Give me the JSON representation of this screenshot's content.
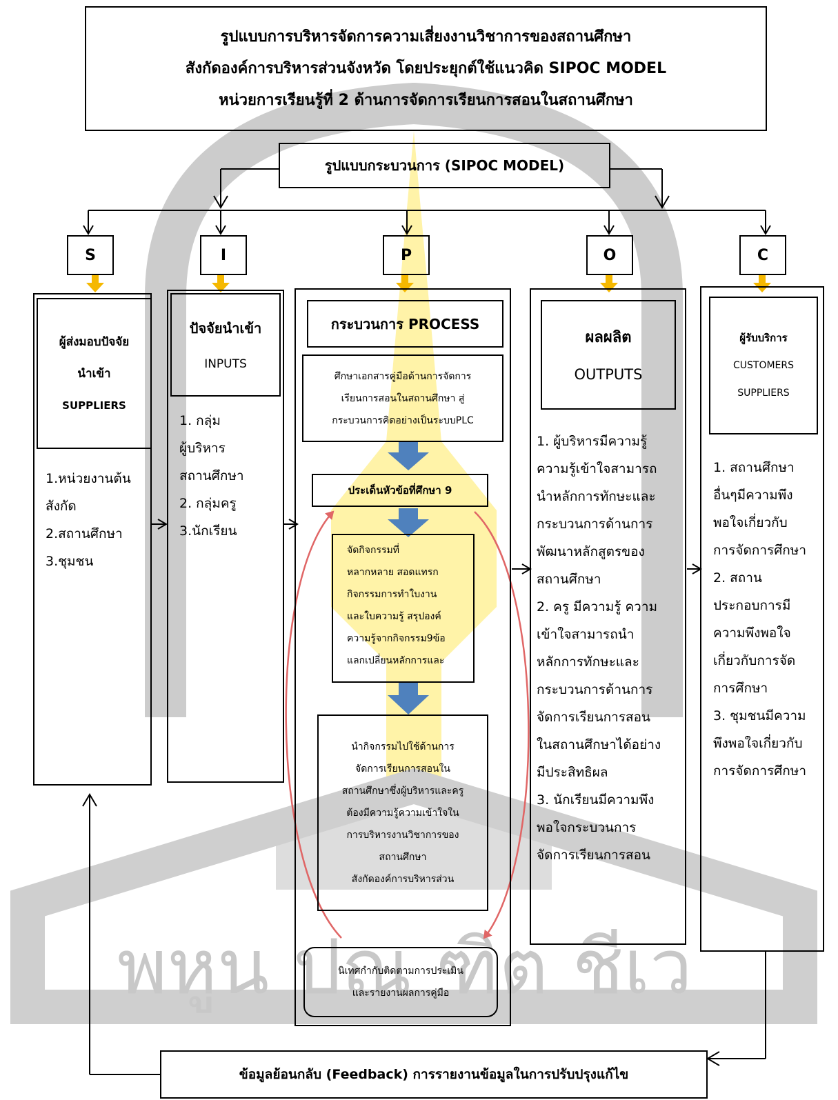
{
  "header": {
    "line1": "รูปแบบการบริหารจัดการความเสี่ยงงานวิชาการของสถานศึกษา",
    "line2": "สังกัดองค์การบริหารส่วนจังหวัด โดยประยุกต์ใช้แนวคิด SIPOC MODEL",
    "line3": "หน่วยการเรียนรู้ที่ 2 ด้านการจัดการเรียนการสอนในสถานศึกษา"
  },
  "model_title": "รูปแบบกระบวนการ (SIPOC MODEL)",
  "letters": {
    "s": "S",
    "i": "I",
    "p": "P",
    "o": "O",
    "c": "C"
  },
  "suppliers": {
    "title_1": "ผู้ส่งมอบปัจจัย",
    "title_2": "นำเข้า",
    "title_en": "SUPPLIERS",
    "items": [
      "1.หน่วยงานต้น",
      "สังกัด",
      "2.สถานศึกษา",
      "3.ชุมชน"
    ]
  },
  "inputs": {
    "title": "ปัจจัยนำเข้า",
    "title_en": "INPUTS",
    "items": [
      "1. กลุ่ม",
      "ผู้บริหาร",
      "สถานศึกษา",
      "2. กลุ่มครู",
      "3.นักเรียน"
    ]
  },
  "process": {
    "title": "กระบวนการ PROCESS",
    "step1": [
      "ศึกษาเอกสารคู่มือด้านการจัดการ",
      "เรียนการสอนในสถานศึกษา สู่",
      "กระบวนการคิดอย่างเป็นระบบPLC"
    ],
    "step2": "ประเด็นหัวข้อที่ศึกษา 9",
    "step3": [
      "จัดกิจกรรมที่",
      "หลากหลาย สอดแทรก",
      "กิจกรรมการทำใบงาน",
      "และใบความรู้ สรุปองค์",
      "ความรู้จากกิจกรรม9ข้อ",
      "แลกเปลี่ยนหลักการและ"
    ],
    "step4": [
      "นำกิจกรรมไปใช้ด้านการ",
      "จัดการเรียนการสอนใน",
      "สถานศึกษาซึ่งผู้บริหารและครู",
      "ต้องมีความรู้ความเข้าใจใน",
      "การบริหารงานวิชาการของ",
      "สถานศึกษา",
      "สังกัดองค์การบริหารส่วน"
    ],
    "step5": [
      "นิเทศกำกับติดตามการประเมิน",
      "และรายงานผลการคู่มือ"
    ]
  },
  "outputs": {
    "title": "ผลผลิต",
    "title_en": "OUTPUTS",
    "items": [
      "1. ผู้บริหารมีความรู้",
      "ความรู้เข้าใจสามารถ",
      "นำหลักการทักษะและ",
      "กระบวนการด้านการ",
      "พัฒนาหลักสูตรของ",
      "สถานศึกษา",
      "2. ครู มีความรู้ ความ",
      "เข้าใจสามารถนำ",
      "หลักการทักษะและ",
      "กระบวนการด้านการ",
      "จัดการเรียนการสอน",
      "ในสถานศึกษาได้อย่าง",
      "มีประสิทธิผล",
      "3. นักเรียนมีความพึง",
      "พอใจกระบวนการ",
      "จัดการเรียนการสอน"
    ]
  },
  "customers": {
    "title": "ผู้รับบริการ",
    "title_en_1": "CUSTOMERS",
    "title_en_2": "SUPPLIERS",
    "items": [
      "1. สถานศึกษา",
      "อื่นๆมีความพึง",
      "พอใจเกี่ยวกับ",
      "การจัดการศึกษา",
      "2. สถาน",
      "ประกอบการมี",
      "ความพึงพอใจ",
      "เกี่ยวกับการจัด",
      "การศึกษา",
      "3. ชุมชนมีความ",
      "พึงพอใจเกี่ยวกับ",
      "การจัดการศึกษา"
    ]
  },
  "feedback": "ข้อมูลย้อนกลับ (Feedback) การรายงานข้อมูลในการปรับปรุงแก้ไข",
  "watermark": {
    "text": "พหูน ปณ ฑิต ชีเว"
  },
  "colors": {
    "arrow_orange": "#F5B800",
    "arrow_blue": "#4F81BD",
    "loop_red": "#E06666",
    "watermark_gray": "#c8c8c8",
    "watermark_yellow": "#fff3a8"
  }
}
